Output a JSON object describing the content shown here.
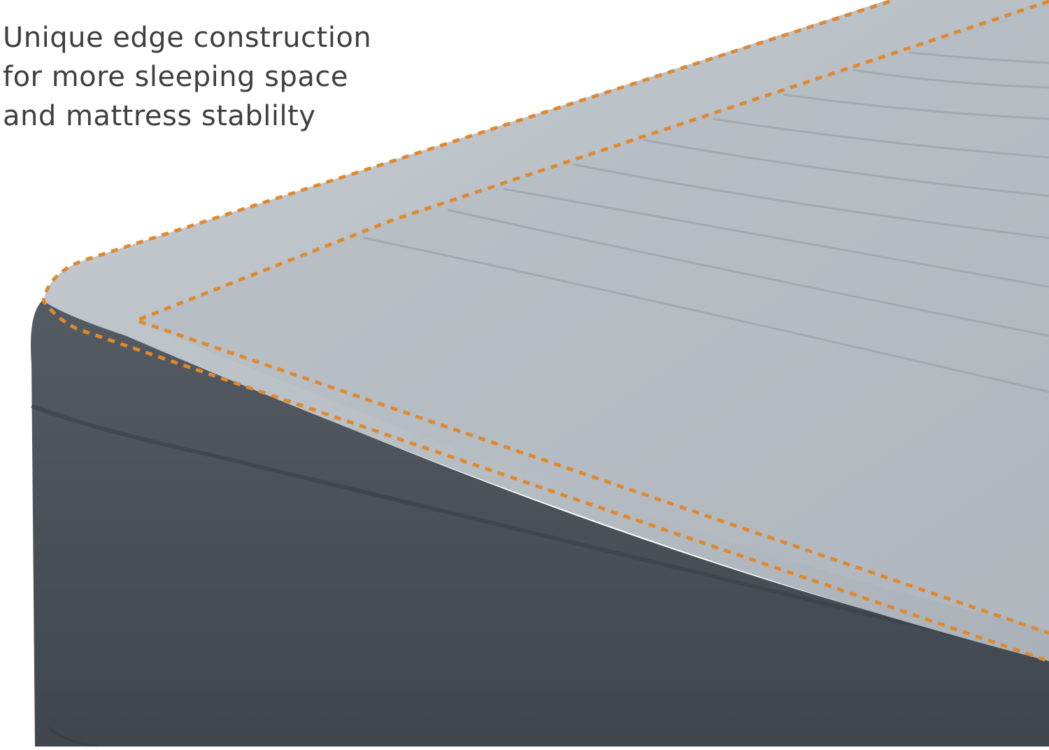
{
  "caption": {
    "lines": [
      "Unique edge construction",
      "for more sleeping space",
      "and mattress stablilty"
    ]
  },
  "image": {
    "subject": "air-mattress-corner",
    "colors": {
      "background": "#ffffff",
      "text": "#3f3f3f",
      "top_surface": "#b9c0c6",
      "top_highlight": "#c8ced3",
      "side": "#4b525a",
      "side_dark": "#3c4249",
      "stitch": "#e0882e"
    }
  }
}
